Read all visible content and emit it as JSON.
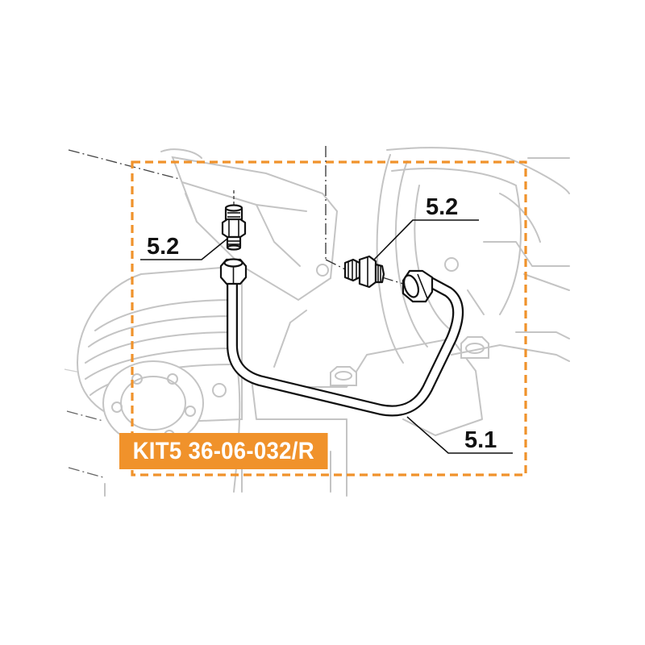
{
  "kit": {
    "code": "KIT5 36-06-032/R"
  },
  "callouts": {
    "fitting_left": "5.2",
    "fitting_right": "5.2",
    "pipe": "5.1"
  },
  "colors": {
    "accent": "#f0922b",
    "line": "#111111",
    "ghost": "#c4c4c4"
  }
}
